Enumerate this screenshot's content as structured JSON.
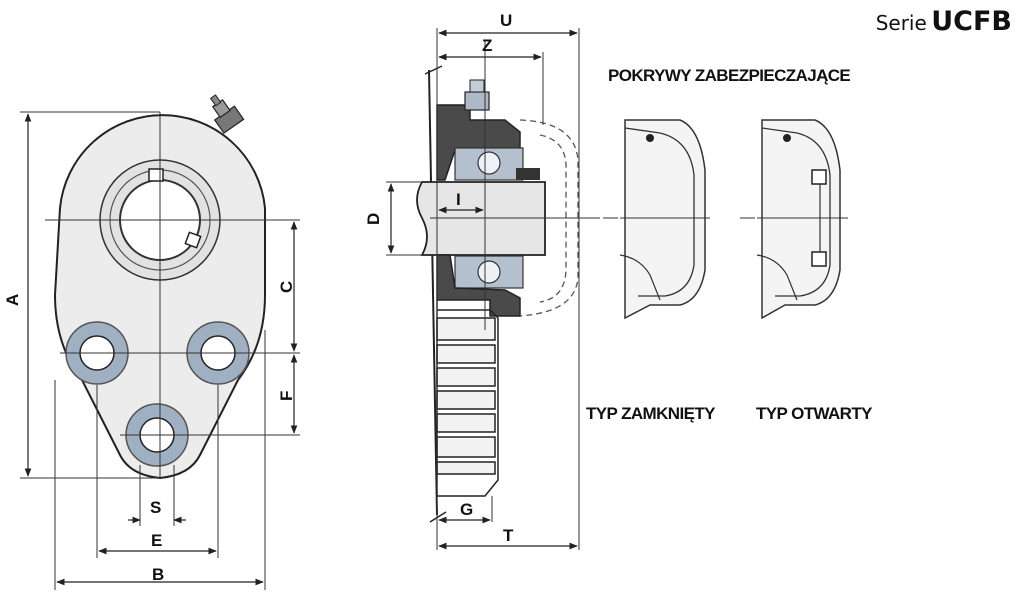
{
  "series": {
    "label": "Serie",
    "code": "UCFB"
  },
  "covers_heading": "POKRYWY ZABEZPIECZAJĄCE",
  "cover_types": {
    "closed": "TYP ZAMKNIĘTY",
    "open": "TYP OTWARTY"
  },
  "dimensions": {
    "A": "A",
    "B": "B",
    "C": "C",
    "D": "D",
    "E": "E",
    "F": "F",
    "G": "G",
    "I": "I",
    "S": "S",
    "T": "T",
    "U": "U",
    "Z": "Z"
  },
  "colors": {
    "housing_fill": "#e9e9e9",
    "outline": "#222222",
    "bearing_blue": "#a7b4c5",
    "seal_dark": "#444444"
  }
}
